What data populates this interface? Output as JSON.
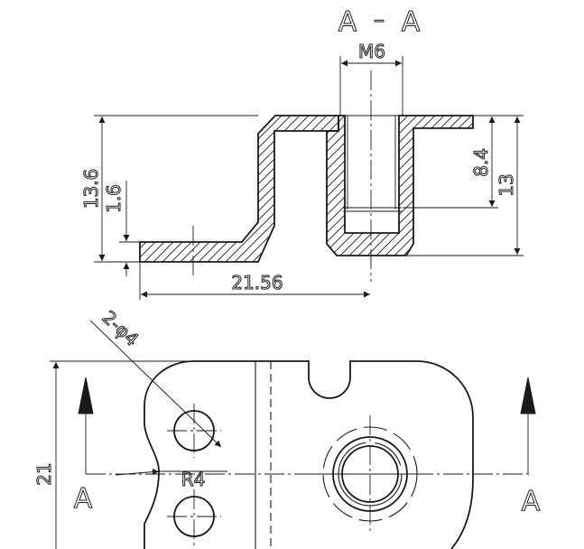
{
  "section": {
    "label_left": "A",
    "label_dash": "–",
    "label_right": "A",
    "arrow_label_left": "A",
    "arrow_label_right": "A"
  },
  "dimensions": {
    "thread": "M6",
    "overall_height": "13.6",
    "flange_thickness": "1.6",
    "center_distance": "21.56",
    "boss_depth": "8.4",
    "boss_height": "13",
    "hole_callout": "2-φ4",
    "notch_radius": "R4",
    "part_width": "21"
  }
}
